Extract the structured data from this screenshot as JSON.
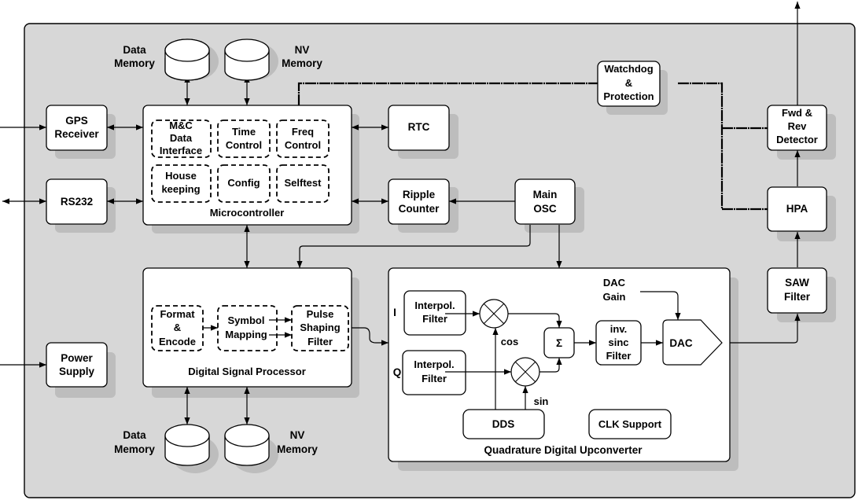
{
  "diagram": {
    "title": "Digital transmitter block diagram",
    "blocks": {
      "gps_receiver": [
        "GPS",
        "Receiver"
      ],
      "rs232": [
        "RS232"
      ],
      "power_supply": [
        "Power",
        "Supply"
      ],
      "rtc": [
        "RTC"
      ],
      "ripple_counter": [
        "Ripple",
        "Counter"
      ],
      "main_osc": [
        "Main",
        "OSC"
      ],
      "watchdog": [
        "Watchdog",
        "&",
        "Protection"
      ],
      "fwd_rev_detector": [
        "Fwd &",
        "Rev",
        "Detector"
      ],
      "hpa": [
        "HPA"
      ],
      "saw_filter": [
        "SAW",
        "Filter"
      ]
    },
    "memories": {
      "top_data": [
        "Data",
        "Memory"
      ],
      "top_nv": [
        "NV",
        "Memory"
      ],
      "bottom_data": [
        "Data",
        "Memory"
      ],
      "bottom_nv": [
        "NV",
        "Memory"
      ]
    },
    "microcontroller": {
      "title": "Microcontroller",
      "modules": {
        "mc_data_interface": [
          "M&C",
          "Data",
          "Interface"
        ],
        "time_control": [
          "Time",
          "Control"
        ],
        "freq_control": [
          "Freq",
          "Control"
        ],
        "housekeeping": [
          "House",
          "keeping"
        ],
        "config": [
          "Config"
        ],
        "selftest": [
          "Selftest"
        ]
      }
    },
    "dsp": {
      "title": "Digital Signal Processor",
      "modules": {
        "format_encode": [
          "Format",
          "&",
          "Encode"
        ],
        "symbol_mapping": [
          "Symbol",
          "Mapping"
        ],
        "pulse_shaping": [
          "Pulse",
          "Shaping",
          "Filter"
        ]
      }
    },
    "qduc": {
      "title": "Quadrature Digital Upconverter",
      "i_label": "I",
      "q_label": "Q",
      "interp_filter": [
        "Interpol.",
        "Filter"
      ],
      "cos_label": "cos",
      "sin_label": "sin",
      "sum_symbol": "Σ",
      "inv_sinc": [
        "inv.",
        "sinc",
        "Filter"
      ],
      "dac_gain": [
        "DAC",
        "Gain"
      ],
      "dac": "DAC",
      "dds": "DDS",
      "clk_support": "CLK Support"
    }
  }
}
